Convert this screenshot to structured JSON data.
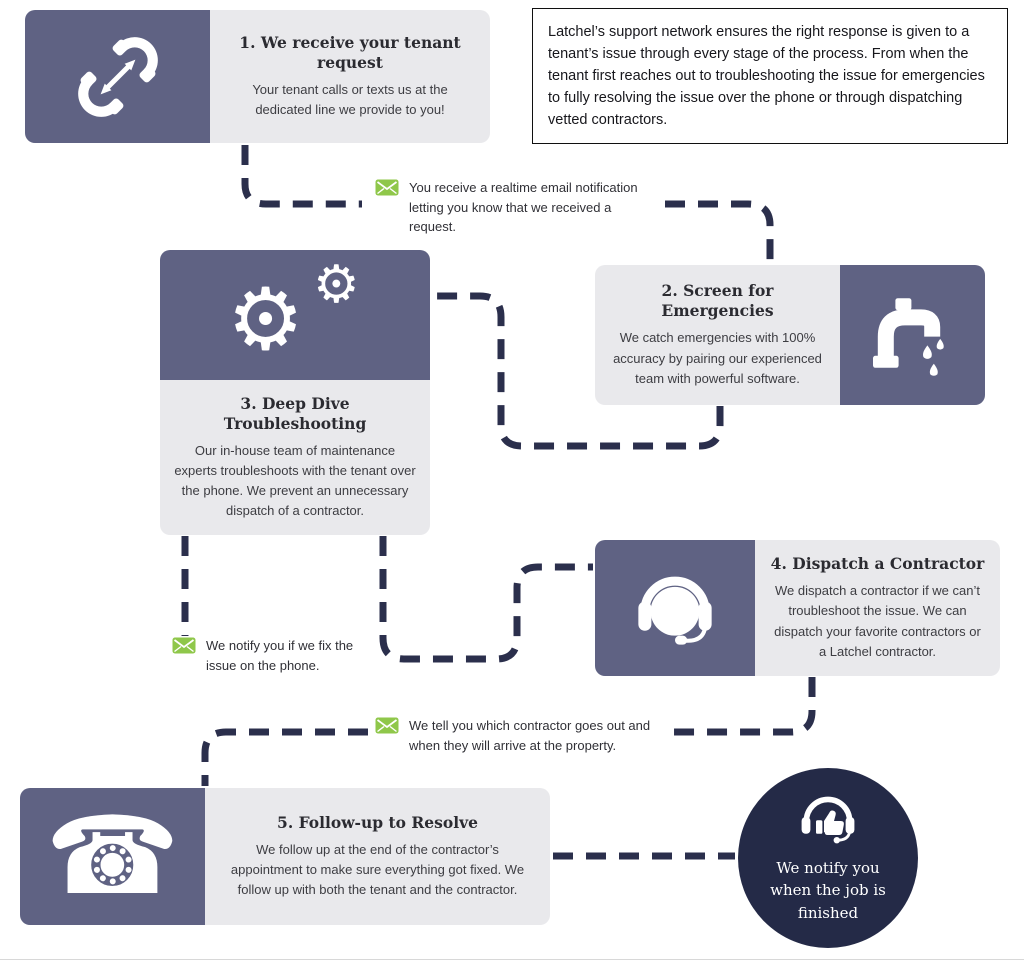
{
  "colors": {
    "purple": "#5f6283",
    "card_gray": "#e9e9ec",
    "connector_navy": "#2b2f4c",
    "circle_navy": "#242a47",
    "email_green": "#8fc74a"
  },
  "intro": {
    "text": "Latchel’s support network ensures the right response is given to a tenant’s issue through every stage of the process. From when the tenant first reaches out to troubleshooting the issue for emergencies to fully resolving the issue over the phone or through dispatching vetted contractors."
  },
  "steps": [
    {
      "title": "1. We receive your tenant request",
      "body": "Your tenant calls or texts us at the dedicated line we provide to you!",
      "icon": "phone-transfer-icon"
    },
    {
      "title": "2. Screen for Emergencies",
      "body": "We catch emergencies with 100% accuracy by pairing our experienced team with powerful software.",
      "icon": "faucet-icon"
    },
    {
      "title": "3. Deep Dive Troubleshooting",
      "body": "Our in-house team of maintenance experts troubleshoots with the tenant over the phone. We prevent an unnecessary dispatch of a contractor.",
      "icon": "gears-icon"
    },
    {
      "title": "4. Dispatch a Contractor",
      "body": "We dispatch a contractor if we can’t troubleshoot the issue. We can dispatch your favorite contractors or a Latchel contractor.",
      "icon": "support-headset-icon"
    },
    {
      "title": "5. Follow-up to Resolve",
      "body": "We follow up at the end of the contractor’s appointment to make sure everything got fixed. We follow up with both the tenant and the contractor.",
      "icon": "telephone-icon"
    }
  ],
  "notes": [
    {
      "text": "You receive a realtime email notification letting you know that we received a request.",
      "icon": "email-icon"
    },
    {
      "text": "We notify you if we fix the issue on the phone.",
      "icon": "email-icon"
    },
    {
      "text": "We tell you which contractor goes out and when they will arrive at the property.",
      "icon": "email-icon"
    }
  ],
  "final_badge": {
    "text": "We notify you when the job is finished",
    "icon": "thumbs-up-headset-icon"
  },
  "glyphs": {
    "gear": "⚙",
    "telephone": "☎"
  }
}
